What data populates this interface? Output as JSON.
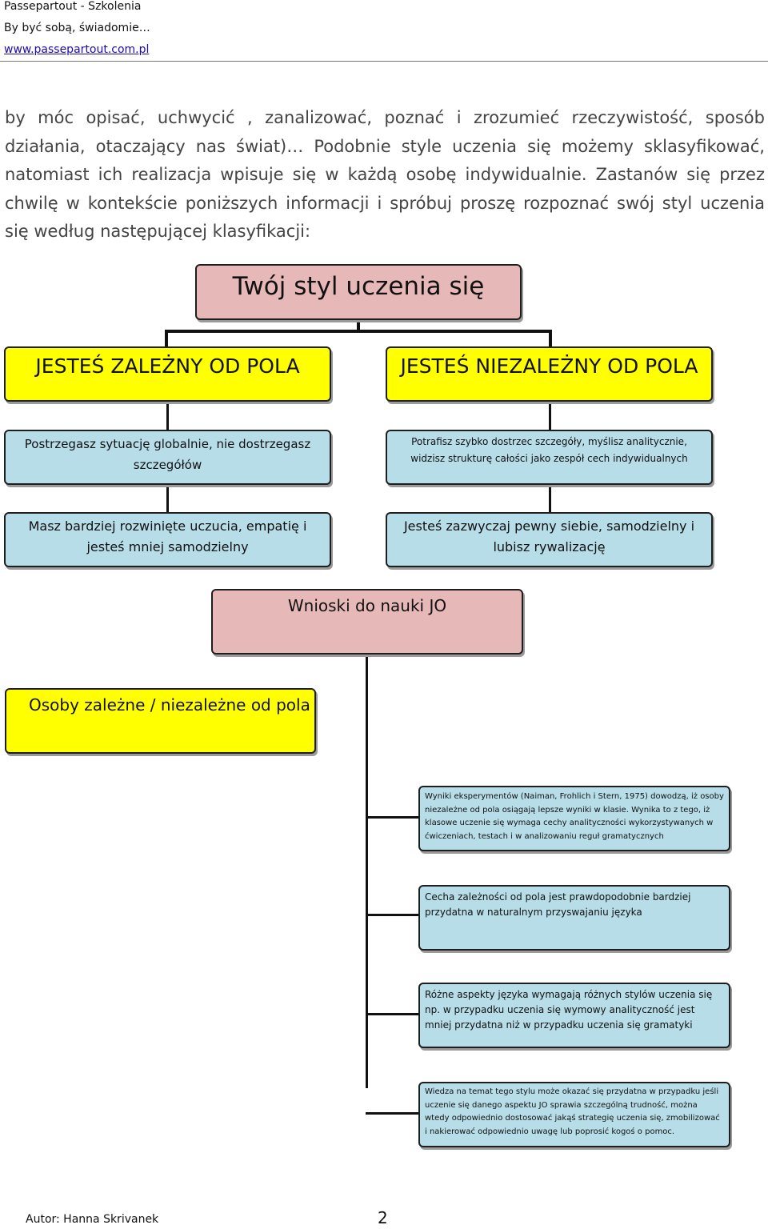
{
  "header": {
    "line1": "Passepartout - Szkolenia",
    "line2": "By być sobą, świadomie…",
    "link": "www.passepartout.com.pl"
  },
  "intro": "by móc opisać, uchwycić , zanalizować, poznać i zrozumieć rzeczywistość, sposób działania, otaczający nas świat)… Podobnie style uczenia się możemy sklasyfikować, natomiast ich realizacja wpisuje się w każdą osobę indywidualnie. Zastanów się przez chwilę w kontekście poniższych informacji i spróbuj proszę rozpoznać swój styl uczenia się według następującej klasyfikacji:",
  "diagram": {
    "root": "Twój styl uczenia się",
    "left_head": "JESTEŚ ZALEŻNY OD POLA",
    "right_head": "JESTEŚ NIEZALEŻNY OD POLA",
    "left_1": "Postrzegasz sytuację globalnie, nie dostrzegasz szczegółów",
    "right_1": "Potrafisz szybko dostrzec szczegóły, myślisz analitycznie, widzisz strukturę całości jako zespół cech indywidualnych",
    "left_2": "Masz bardziej rozwinięte uczucia, empatię i jesteś mniej samodzielny",
    "right_2": "Jesteś zazwyczaj pewny siebie, samodzielny i lubisz rywalizację",
    "conclusions": "Wnioski do nauki JO",
    "group": "Osoby zależne / niezależne od pola",
    "notes": [
      "Wyniki eksperymentów (Naiman, Frohlich i Stern, 1975) dowodzą, iż osoby niezależne od pola osiągają lepsze wyniki w klasie. Wynika to z tego, iż klasowe uczenie się wymaga cechy analityczności wykorzystywanych  w ćwiczeniach, testach i w analizowaniu reguł gramatycznych",
      "Cecha zależności od pola jest prawdopodobnie bardziej przydatna w naturalnym przyswajaniu języka",
      "Różne aspekty języka wymagają różnych stylów uczenia się np. w przypadku uczenia się wymowy analityczność jest mniej przydatna niż w przypadku uczenia się gramatyki",
      "Wiedza na temat tego stylu  może okazać się przydatna w przypadku jeśli uczenie się danego aspektu JO sprawia szczególną trudność, można wtedy odpowiednio dostosować jakąś strategię uczenia się, zmobilizować i nakierować odpowiednio uwagę lub poprosić kogoś o pomoc."
    ]
  },
  "footer": {
    "author": "Autor: Hanna Skrivanek",
    "page": "2"
  }
}
